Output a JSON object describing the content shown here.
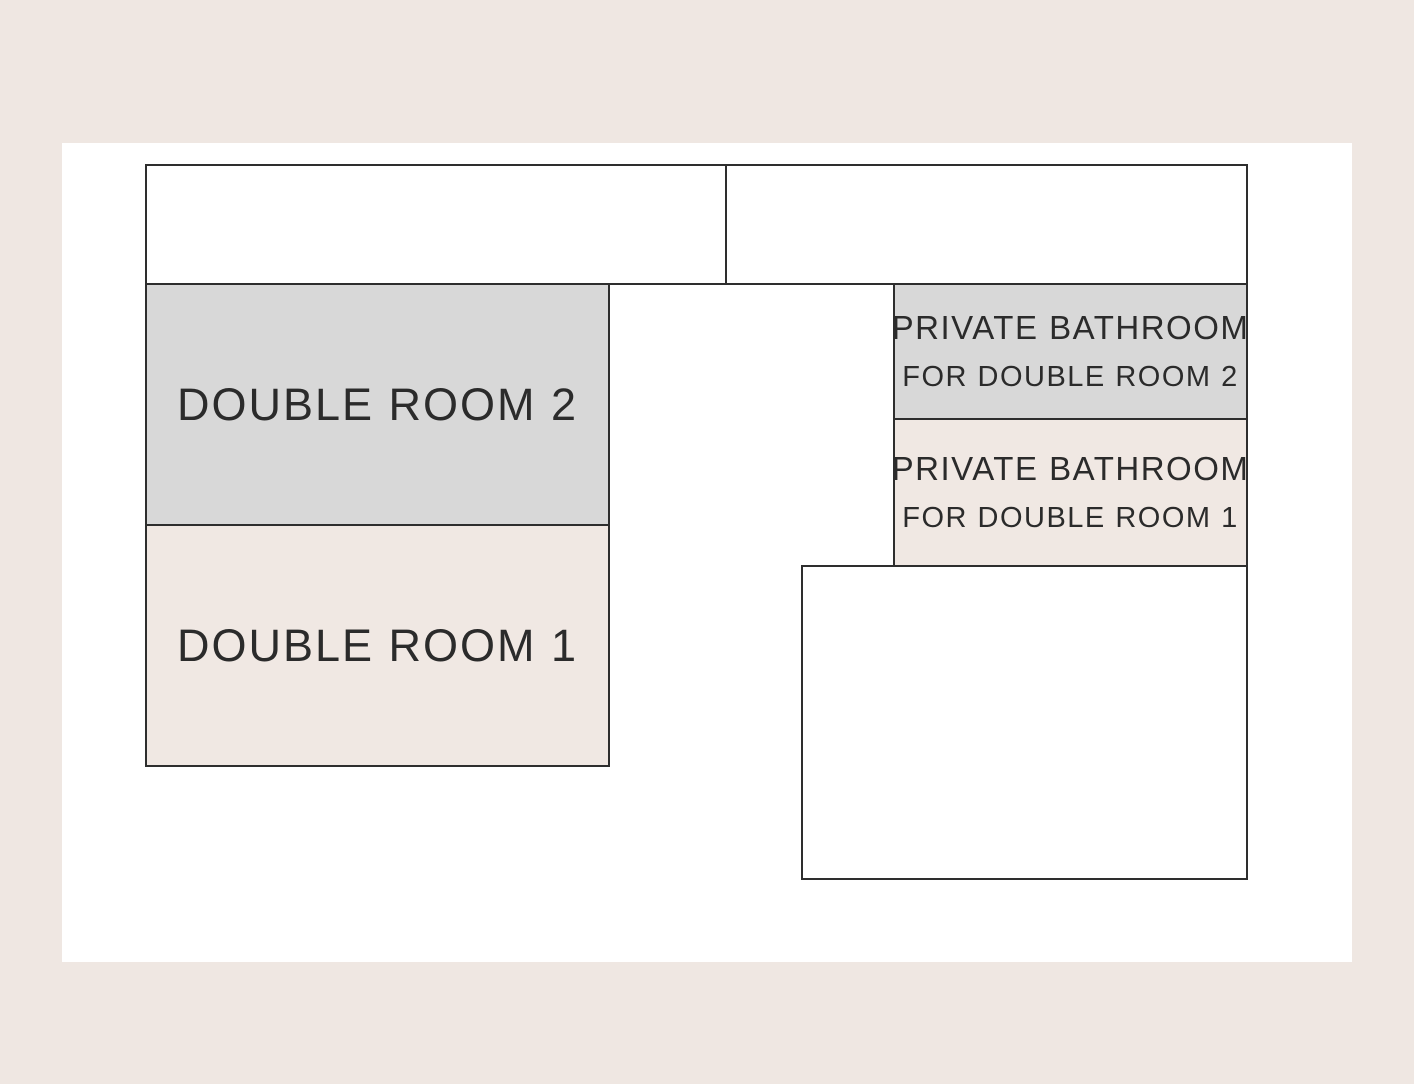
{
  "colors": {
    "page_background": "#efe7e2",
    "canvas_background": "#ffffff",
    "wall_line": "#2e2e2e",
    "room_gray_fill": "#d8d8d8",
    "room_beige_fill": "#f0e8e3",
    "label_text": "#2b2b2b"
  },
  "floor_plan": {
    "rooms": {
      "double_room_2": {
        "label": "DOUBLE ROOM 2",
        "fill": "#d8d8d8"
      },
      "double_room_1": {
        "label": "DOUBLE ROOM 1",
        "fill": "#f0e8e3"
      },
      "bathroom_for_double_room_2": {
        "line1": "PRIVATE BATHROOM",
        "line2": "FOR DOUBLE ROOM 2",
        "fill": "#d8d8d8"
      },
      "bathroom_for_double_room_1": {
        "line1": "PRIVATE BATHROOM",
        "line2": "FOR DOUBLE ROOM 1",
        "fill": "#f0e8e3"
      },
      "unlabeled_top_left": {
        "label": ""
      },
      "unlabeled_top_right": {
        "label": ""
      },
      "unlabeled_bottom_right": {
        "label": ""
      }
    }
  }
}
